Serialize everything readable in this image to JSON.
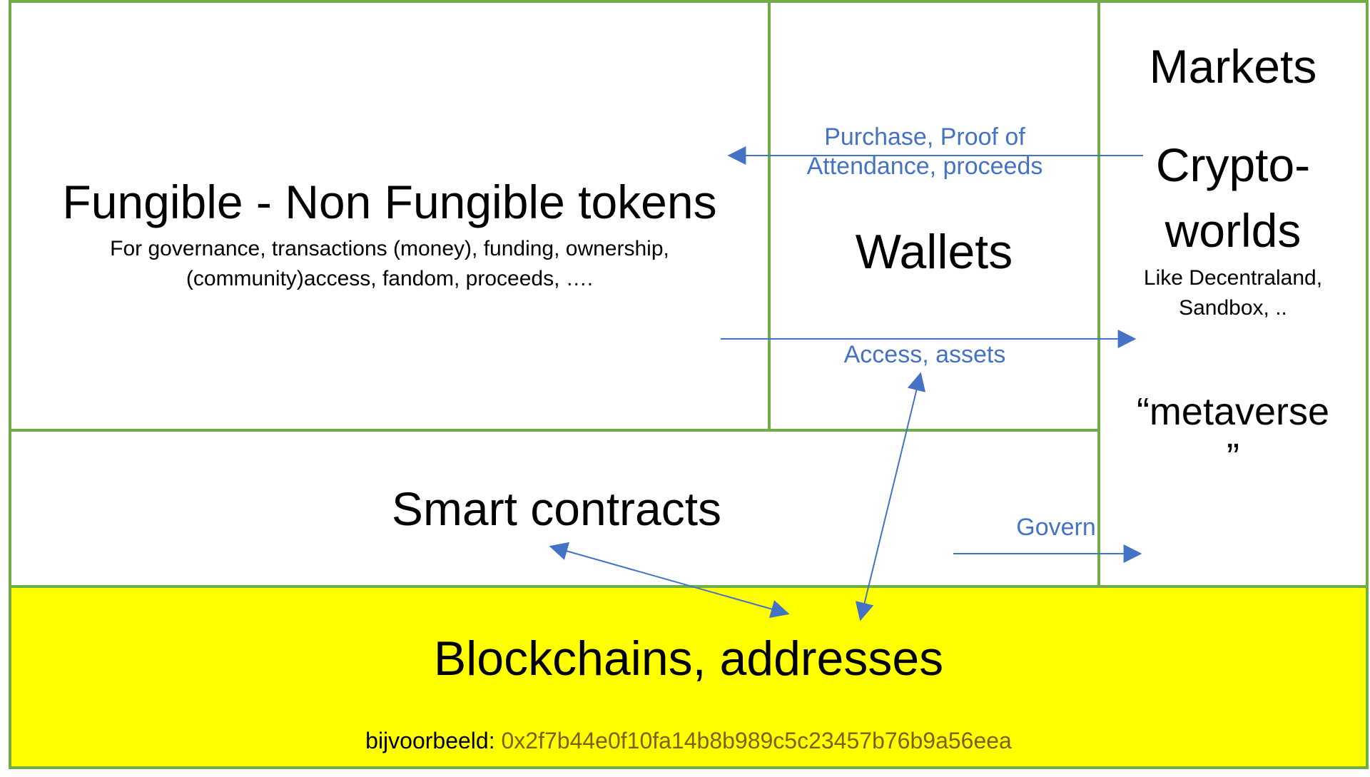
{
  "colors": {
    "border": "#70ad47",
    "blockchain_fill": "#ffff00",
    "arrow": "#4472c4",
    "label": "#4472c4",
    "text": "#000000",
    "address": "#7f6000"
  },
  "tokens": {
    "title": "Fungible - Non Fungible tokens",
    "desc_line1": "For governance, transactions (money), funding, ownership,",
    "desc_line2": "(community)access, fandom, proceeds, …."
  },
  "wallets": {
    "title": "Wallets",
    "purchase_line1": "Purchase, Proof of",
    "purchase_line2": "Attendance, proceeds",
    "access_label": "Access, assets"
  },
  "markets": {
    "title": "Markets",
    "crypto_line1": "Crypto-",
    "crypto_line2": "worlds",
    "like_line1": "Like Decentraland,",
    "like_line2": "Sandbox, ..",
    "metaverse_line1": "“metaverse",
    "metaverse_line2": "”"
  },
  "smart_contracts": {
    "title": "Smart contracts",
    "govern_label": "Govern"
  },
  "blockchains": {
    "title": "Blockchains, addresses",
    "example_prefix": "bijvoorbeeld: ",
    "example_address": "0x2f7b44e0f10fa14b8b989c5c23457b76b9a56eea"
  }
}
